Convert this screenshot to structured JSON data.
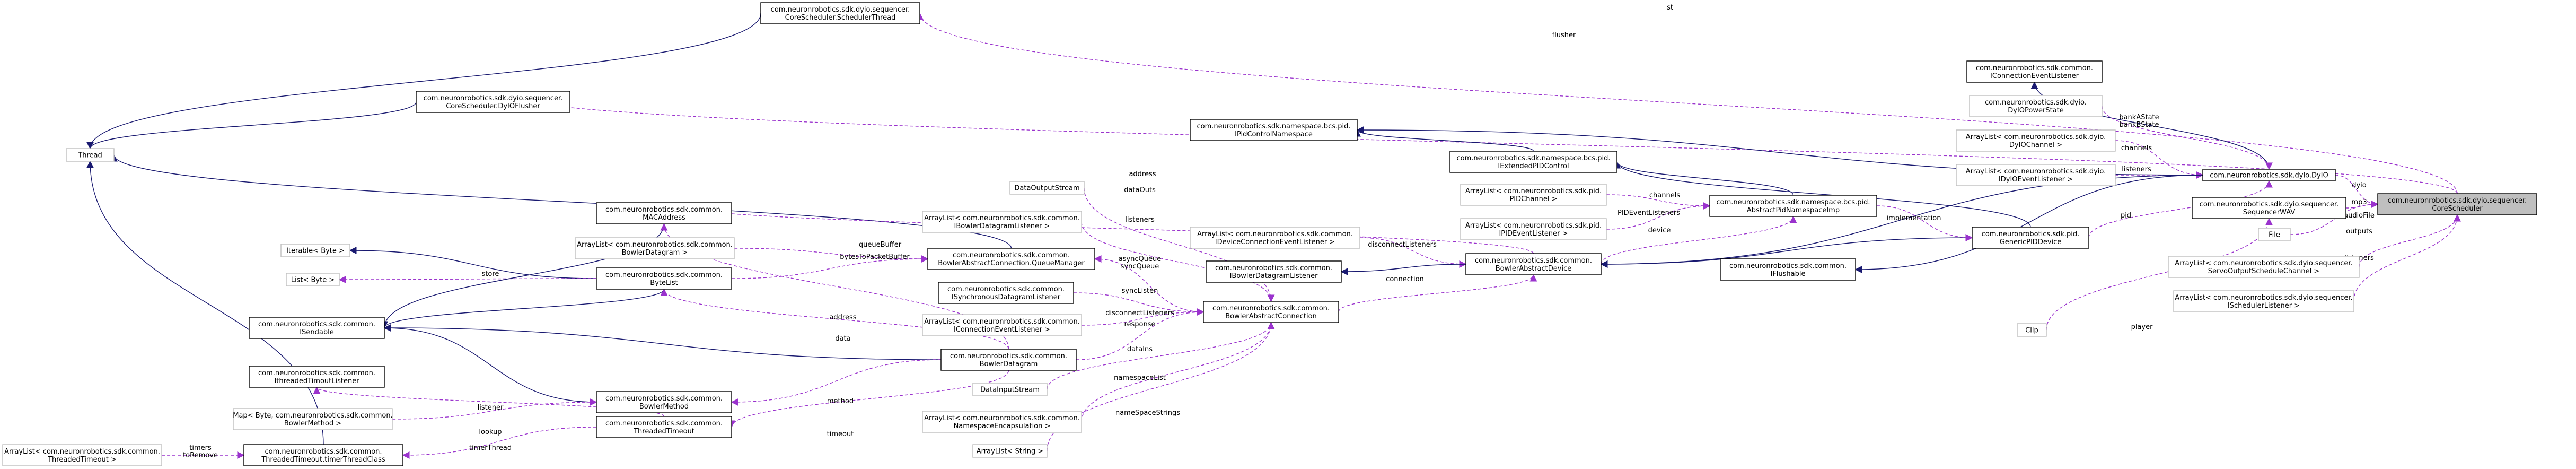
{
  "nodes": {
    "scheduler_thread": [
      "com.neuronrobotics.sdk.dyio.sequencer.",
      "CoreScheduler.SchedulerThread"
    ],
    "dyio_flusher": [
      "com.neuronrobotics.sdk.dyio.sequencer.",
      "CoreScheduler.DyIOFlusher"
    ],
    "thread": [
      "Thread"
    ],
    "iconnection_listener": [
      "com.neuronrobotics.sdk.common.",
      "IConnectionEventListener"
    ],
    "dyio_power_state": [
      "com.neuronrobotics.sdk.dyio.",
      "DyIOPowerState"
    ],
    "arraylist_dyio_channel": [
      "ArrayList< com.neuronrobotics.sdk.dyio.",
      "DyIOChannel >"
    ],
    "arraylist_idyio_event": [
      "ArrayList< com.neuronrobotics.sdk.dyio.",
      "IDyIOEventListener >"
    ],
    "dyio": [
      "com.neuronrobotics.sdk.dyio.DyIO"
    ],
    "core_scheduler": [
      "com.neuronrobotics.sdk.dyio.sequencer.",
      "CoreScheduler"
    ],
    "sequencer_wav": [
      "com.neuronrobotics.sdk.dyio.sequencer.",
      "SequencerWAV"
    ],
    "file": [
      "File"
    ],
    "arraylist_servo_output": [
      "ArrayList< com.neuronrobotics.sdk.dyio.sequencer.",
      "ServoOutputScheduleChannel >"
    ],
    "arraylist_ischeduler": [
      "ArrayList< com.neuronrobotics.sdk.dyio.sequencer.",
      "ISchedulerListener >"
    ],
    "clip": [
      "Clip"
    ],
    "ipid_control_namespace": [
      "com.neuronrobotics.sdk.namespace.bcs.pid.",
      "IPidControlNamespace"
    ],
    "iextended_pid_control": [
      "com.neuronrobotics.sdk.namespace.bcs.pid.",
      "IExtendedPIDControl"
    ],
    "arraylist_pid_channel": [
      "ArrayList< com.neuronrobotics.sdk.pid.",
      "PIDChannel >"
    ],
    "arraylist_ipid_event": [
      "ArrayList< com.neuronrobotics.sdk.pid.",
      "IPIDEventListener >"
    ],
    "abstract_pid_namespace": [
      "com.neuronrobotics.sdk.namespace.bcs.pid.",
      "AbstractPidNamespaceImp"
    ],
    "generic_pid_device": [
      "com.neuronrobotics.sdk.pid.",
      "GenericPIDDevice"
    ],
    "iflushable": [
      "com.neuronrobotics.sdk.common.",
      "IFlushable"
    ],
    "arraylist_idevice_connection": [
      "ArrayList< com.neuronrobotics.sdk.common.",
      "IDeviceConnectionEventListener >"
    ],
    "bowler_abstract_device": [
      "com.neuronrobotics.sdk.common.",
      "BowlerAbstractDevice"
    ],
    "ibowler_datagram_listener": [
      "com.neuronrobotics.sdk.common.",
      "IBowlerDatagramListener"
    ],
    "data_output_stream": [
      "DataOutputStream"
    ],
    "arraylist_ibowler_datagram": [
      "ArrayList< com.neuronrobotics.sdk.common.",
      "IBowlerDatagramListener >"
    ],
    "bowler_abstract_connection": [
      "com.neuronrobotics.sdk.common.",
      "BowlerAbstractConnection"
    ],
    "isynchronous_datagram": [
      "com.neuronrobotics.sdk.common.",
      "ISynchronousDatagramListener"
    ],
    "queue_manager": [
      "com.neuronrobotics.sdk.common.",
      "BowlerAbstractConnection.QueueManager"
    ],
    "arraylist_iconnection_event": [
      "ArrayList< com.neuronrobotics.sdk.common.",
      "IConnectionEventListener >"
    ],
    "data_input_stream": [
      "DataInputStream"
    ],
    "arraylist_namespace_encapsulation": [
      "ArrayList< com.neuronrobotics.sdk.common.",
      "NamespaceEncapsulation >"
    ],
    "arraylist_string": [
      "ArrayList< String >"
    ],
    "mac_address": [
      "com.neuronrobotics.sdk.common.",
      "MACAddress"
    ],
    "arraylist_bowler_datagram": [
      "ArrayList< com.neuronrobotics.sdk.common.",
      "BowlerDatagram >"
    ],
    "iterable_byte": [
      "Iterable< Byte >"
    ],
    "list_byte": [
      "List< Byte >"
    ],
    "byte_list": [
      "com.neuronrobotics.sdk.common.",
      "ByteList"
    ],
    "isendable": [
      "com.neuronrobotics.sdk.common.",
      "ISendable"
    ],
    "ithreaded_timout": [
      "com.neuronrobotics.sdk.common.",
      "IthreadedTimoutListener"
    ],
    "bowler_datagram": [
      "com.neuronrobotics.sdk.common.",
      "BowlerDatagram"
    ],
    "map_bowler_method": [
      "Map< Byte, com.neuronrobotics.sdk.common.",
      "BowlerMethod >"
    ],
    "bowler_method": [
      "com.neuronrobotics.sdk.common.",
      "BowlerMethod"
    ],
    "threaded_timeout": [
      "com.neuronrobotics.sdk.common.",
      "ThreadedTimeout"
    ],
    "arraylist_threaded_timeout": [
      "ArrayList< com.neuronrobotics.sdk.common.",
      "ThreadedTimeout >"
    ],
    "timer_thread_class": [
      "com.neuronrobotics.sdk.common.",
      "ThreadedTimeout.timerThreadClass"
    ]
  },
  "edge_labels": {
    "st": "st",
    "flusher": "flusher",
    "bank_state": "bankAState\nbankBState",
    "channels_dyio": "channels",
    "listeners_dyio": "listeners",
    "dyio": "dyio",
    "mp3": "mp3",
    "audio_file": "audioFile",
    "outputs": "outputs",
    "listeners_sched": "listeners",
    "player": "player",
    "pid": "pid",
    "implementation": "implementation",
    "channels_pid": "channels",
    "pid_event_listeners": "PIDEventListeners",
    "device": "device",
    "disconnect_listeners": "disconnectListeners",
    "address_top": "address",
    "connection": "connection",
    "data_outs": "dataOuts",
    "listeners_conn": "listeners",
    "async_queue": "asyncQueue\nsyncQueue",
    "sync_listen": "syncListen",
    "disconnect_listeners2": "disconnectListeners",
    "response": "response",
    "data_ins": "dataIns",
    "namespace_list": "namespaceList",
    "namespace_strings": "nameSpaceStrings",
    "queue_buffer": "queueBuffer",
    "bytes_to_packet_buffer": "bytesToPacketBuffer",
    "store": "store",
    "address_mid": "address",
    "data": "data",
    "method": "method",
    "timeout": "timeout",
    "listener": "listener",
    "lookup": "lookup",
    "timer_thread": "timerThread",
    "timers": "timers\ntoRemove"
  },
  "colors": {
    "inheritance": "#191970",
    "usage": "#9a32cd",
    "focus_fill": "#bfbfbf",
    "node_border": "#000000",
    "external_border": "#bfbfbf"
  }
}
